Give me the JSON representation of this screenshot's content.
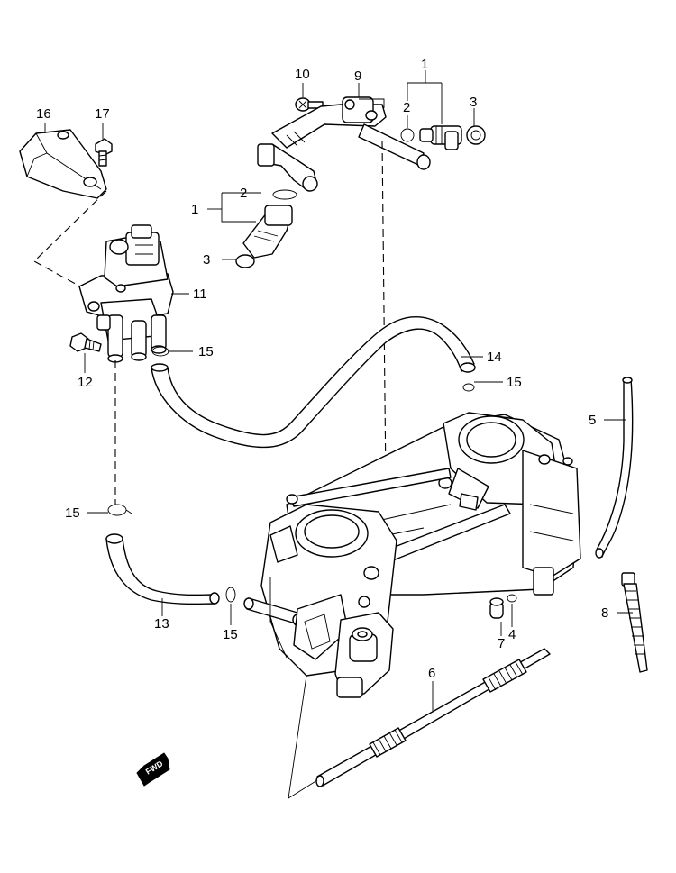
{
  "diagram": {
    "labels": {
      "c1_top": "1",
      "c2_top": "2",
      "c3_top": "3",
      "c9": "9",
      "c10": "10",
      "c1_mid": "1",
      "c2_mid": "2",
      "c3_mid": "3",
      "c16": "16",
      "c17": "17",
      "c11": "11",
      "c12": "12",
      "c15_a": "15",
      "c14": "14",
      "c15_b": "15",
      "c5": "5",
      "c15_c": "15",
      "c13": "13",
      "c15_d": "15",
      "c7": "7",
      "c4": "4",
      "c8": "8",
      "c6": "6"
    },
    "fwd_arrow": "FWD"
  }
}
